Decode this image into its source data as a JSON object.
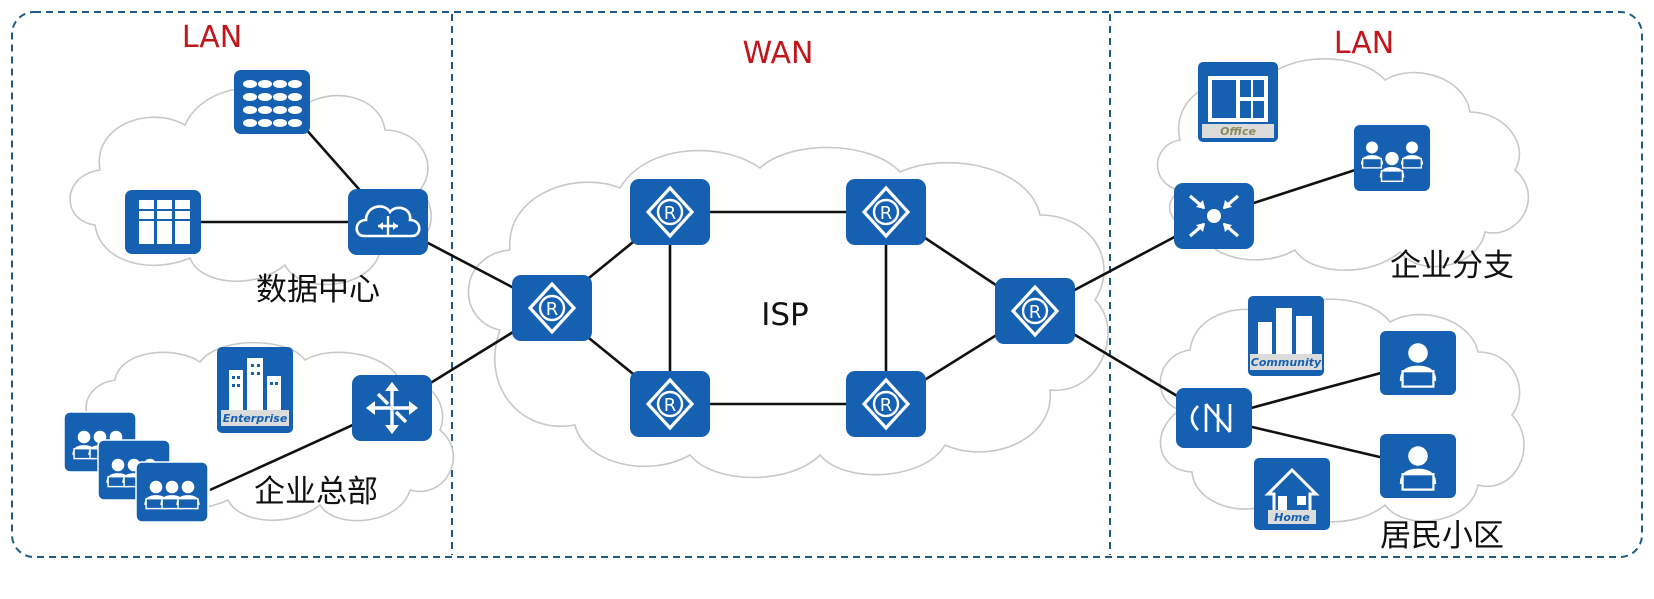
{
  "colors": {
    "zone_label": "#c0161c",
    "device": "#1560b0",
    "device_dark": "#0d4d94",
    "link": "#111111",
    "cloud": "#c8c8c8",
    "border": "#1d5b87"
  },
  "zones": {
    "lan_left": "LAN",
    "wan": "WAN",
    "lan_right": "LAN"
  },
  "sites": {
    "data_center": "数据中心",
    "headquarters": "企业总部",
    "branch": "企业分支",
    "residential": "居民小区",
    "isp": "ISP"
  },
  "tags": {
    "enterprise": "Enterprise",
    "office": "Office",
    "community": "Community",
    "home": "Home"
  },
  "icons": {
    "router": "R",
    "storage": "storage-icon",
    "server": "server-icon",
    "cloud_switch": "cloud-switch-icon",
    "core_switch": "core-switch-icon",
    "firewall": "firewall-icon",
    "wireless_switch": "access-switch-icon",
    "user": "user-icon",
    "user_group": "user-group-icon",
    "building": "building-icon",
    "house": "house-icon"
  }
}
